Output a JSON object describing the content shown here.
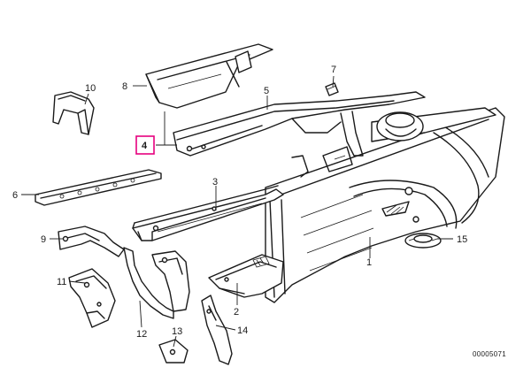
{
  "diagram": {
    "highlight_color": "#e6007e",
    "line_color": "#1a1a1a",
    "background": "#ffffff",
    "callouts": [
      {
        "id": "1",
        "label": "1"
      },
      {
        "id": "2",
        "label": "2"
      },
      {
        "id": "3",
        "label": "3"
      },
      {
        "id": "4",
        "label": "4",
        "highlighted": true
      },
      {
        "id": "5",
        "label": "5"
      },
      {
        "id": "6",
        "label": "6"
      },
      {
        "id": "7",
        "label": "7"
      },
      {
        "id": "8",
        "label": "8"
      },
      {
        "id": "9",
        "label": "9"
      },
      {
        "id": "10",
        "label": "10"
      },
      {
        "id": "11",
        "label": "11"
      },
      {
        "id": "12",
        "label": "12"
      },
      {
        "id": "13",
        "label": "13"
      },
      {
        "id": "14",
        "label": "14"
      },
      {
        "id": "15",
        "label": "15"
      }
    ],
    "catalog_number": "00005071"
  }
}
